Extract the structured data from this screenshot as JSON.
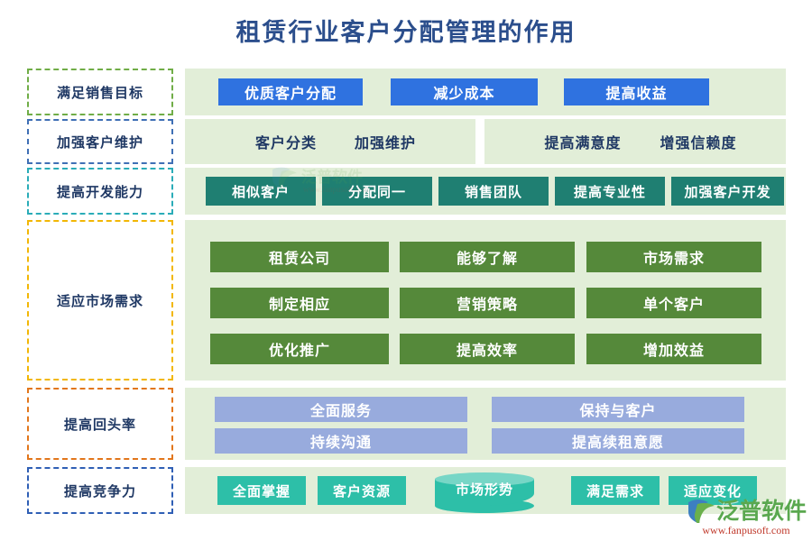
{
  "page": {
    "title": "租赁行业客户分配管理的作用",
    "title_color": "#2b4e8c",
    "background": "#ffffff",
    "panel_color": "#e2eed8"
  },
  "rows": [
    {
      "label": "满足销售目标",
      "label_border_color": "#70ad47",
      "style": "chip-blue",
      "chip_color": "#2f72e0",
      "items": [
        "优质客户分配",
        "减少成本",
        "提高收益"
      ]
    },
    {
      "label": "加强客户维护",
      "label_border_color": "#3f6fb5",
      "style": "plain",
      "groups": [
        [
          "客户分类",
          "加强维护"
        ],
        [
          "提高满意度",
          "增强信赖度"
        ]
      ]
    },
    {
      "label": "提高开发能力",
      "label_border_color": "#2aacb8",
      "style": "chip-darkteal",
      "chip_color": "#1f7f72",
      "items": [
        "相似客户",
        "分配同一",
        "销售团队",
        "提高专业性",
        "加强客户开发"
      ]
    },
    {
      "label": "适应市场需求",
      "label_border_color": "#f2b705",
      "style": "chip-green",
      "chip_color": "#55893a",
      "grid": [
        [
          "租赁公司",
          "能够了解",
          "市场需求"
        ],
        [
          "制定相应",
          "营销策略",
          "单个客户"
        ],
        [
          "优化推广",
          "提高效率",
          "增加效益"
        ]
      ]
    },
    {
      "label": "提高回头率",
      "label_border_color": "#e2761b",
      "style": "chip-peri",
      "chip_color": "#98abdd",
      "grid": [
        [
          "全面服务",
          "保持与客户"
        ],
        [
          "持续沟通",
          "提高续租意愿"
        ]
      ]
    },
    {
      "label": "提高竞争力",
      "label_border_color": "#2f5fb5",
      "style": "chip-teal",
      "chip_color": "#2dbfa8",
      "items": [
        "全面掌握",
        "客户资源",
        "市场形势",
        "满足需求",
        "适应变化"
      ],
      "cylinder_index": 2
    }
  ],
  "watermark": {
    "brand": "泛普软件",
    "url": "www.fanpusoft.com",
    "center_text": "泛普软件"
  }
}
